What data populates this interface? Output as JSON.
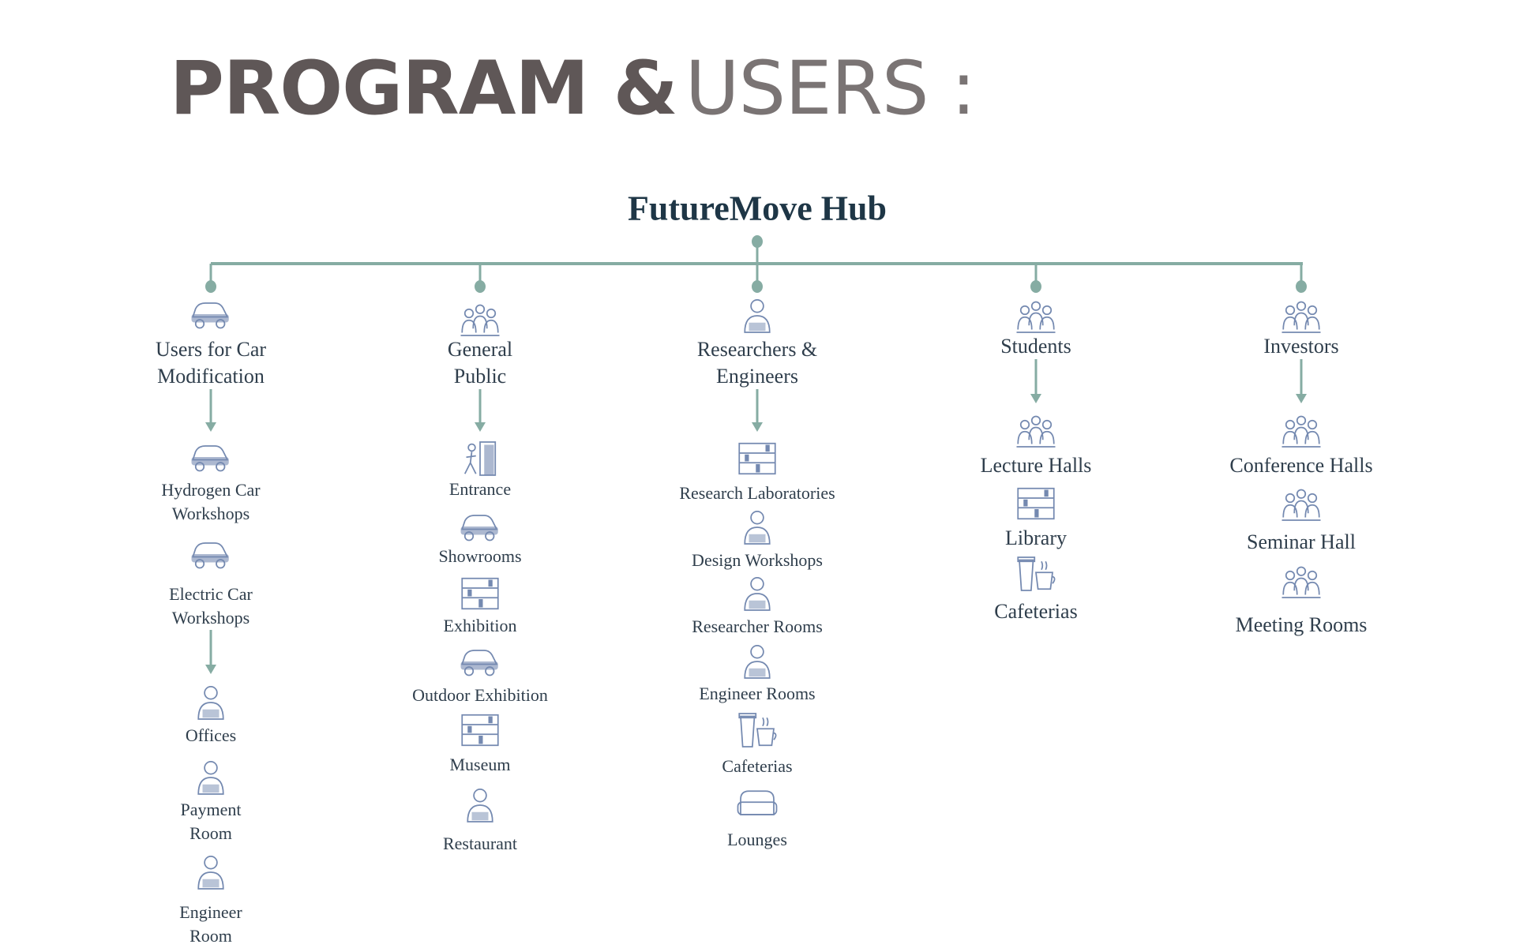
{
  "title": {
    "bold": "PROGRAM &",
    "light": "USERS :"
  },
  "hub": {
    "label": "FutureMove Hub"
  },
  "colors": {
    "connector": "#86aca3",
    "icon": "#7489b0",
    "title": "#5f5757",
    "hub": "#1e3646",
    "text": "#2f3e4c"
  },
  "columns": [
    {
      "label": "Users for Car\nModification",
      "icon": "car-gear-icon",
      "items": [
        {
          "label": "Hydrogen Car\nWorkshops",
          "icon": "hydrogen-car-icon"
        },
        {
          "label": "Electric Car\nWorkshops",
          "icon": "electric-car-icon"
        },
        {
          "label": "Offices",
          "icon": "office-desk-icon"
        },
        {
          "label": "Payment\nRoom",
          "icon": "payment-icon"
        },
        {
          "label": "Engineer\nRoom",
          "icon": "engineer-icon"
        }
      ]
    },
    {
      "label": "General\nPublic",
      "icon": "people-group-icon",
      "items": [
        {
          "label": "Entrance",
          "icon": "entrance-door-icon"
        },
        {
          "label": "Showrooms",
          "icon": "showroom-car-icon"
        },
        {
          "label": "Exhibition",
          "icon": "exhibition-icon"
        },
        {
          "label": "Outdoor Exhibition",
          "icon": "outdoor-car-icon"
        },
        {
          "label": "Museum",
          "icon": "museum-icon"
        },
        {
          "label": "Restaurant",
          "icon": "restaurant-icon"
        }
      ]
    },
    {
      "label": "Researchers &\nEngineers",
      "icon": "researcher-magnifier-icon",
      "items": [
        {
          "label": "Research Laboratories",
          "icon": "laboratory-icon"
        },
        {
          "label": "Design Workshops",
          "icon": "design-workshop-icon"
        },
        {
          "label": "Researcher Rooms",
          "icon": "researcher-laptop-icon"
        },
        {
          "label": "Engineer Rooms",
          "icon": "engineer-sketch-icon"
        },
        {
          "label": "Cafeterias",
          "icon": "coffee-cups-icon"
        },
        {
          "label": "Lounges",
          "icon": "sofa-icon"
        }
      ]
    },
    {
      "label": "Students",
      "icon": "students-icon",
      "items": [
        {
          "label": "Lecture Halls",
          "icon": "lecture-hall-icon"
        },
        {
          "label": "Library",
          "icon": "library-icon"
        },
        {
          "label": "Cafeterias",
          "icon": "coffee-cups-icon"
        }
      ]
    },
    {
      "label": "Investors",
      "icon": "handshake-icon",
      "items": [
        {
          "label": "Conference Halls",
          "icon": "conference-icon"
        },
        {
          "label": "Seminar Hall",
          "icon": "seminar-hall-icon"
        },
        {
          "label": "Meeting Rooms",
          "icon": "meeting-table-icon"
        }
      ]
    }
  ]
}
